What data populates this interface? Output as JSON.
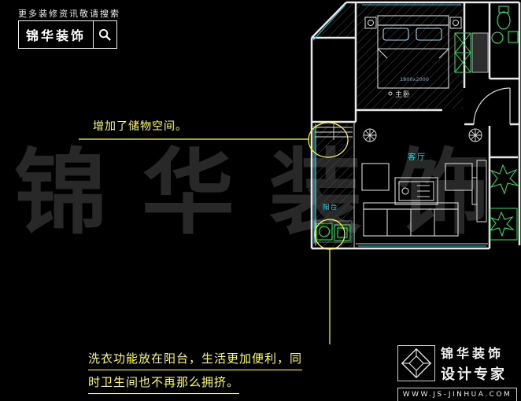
{
  "header": {
    "tagline": "更多装修资讯敬请搜索",
    "brand": "锦华装饰"
  },
  "watermark": "锦华装饰",
  "annotations": {
    "storage_note": "增加了储物空间。",
    "laundry_note_line1": "洗衣功能放在阳台，生活更加便利，同",
    "laundry_note_line2": "时卫生间也不再那么拥挤。"
  },
  "plan": {
    "labels": {
      "master_bedroom": "主卧",
      "living_room": "客厅",
      "balcony": "阳台",
      "bed_size": "1800x2000"
    }
  },
  "footer": {
    "brand": "锦华装饰",
    "subtitle": "设计专家",
    "website": "WWW.JS-JINHUA.COM"
  },
  "colors": {
    "annotation_yellow": "#ffff3b",
    "wall_white": "#e8e8e8",
    "window_cyan": "#00d9e8",
    "furniture_green": "#2ee65a",
    "label_cyan": "#00e5ff"
  }
}
